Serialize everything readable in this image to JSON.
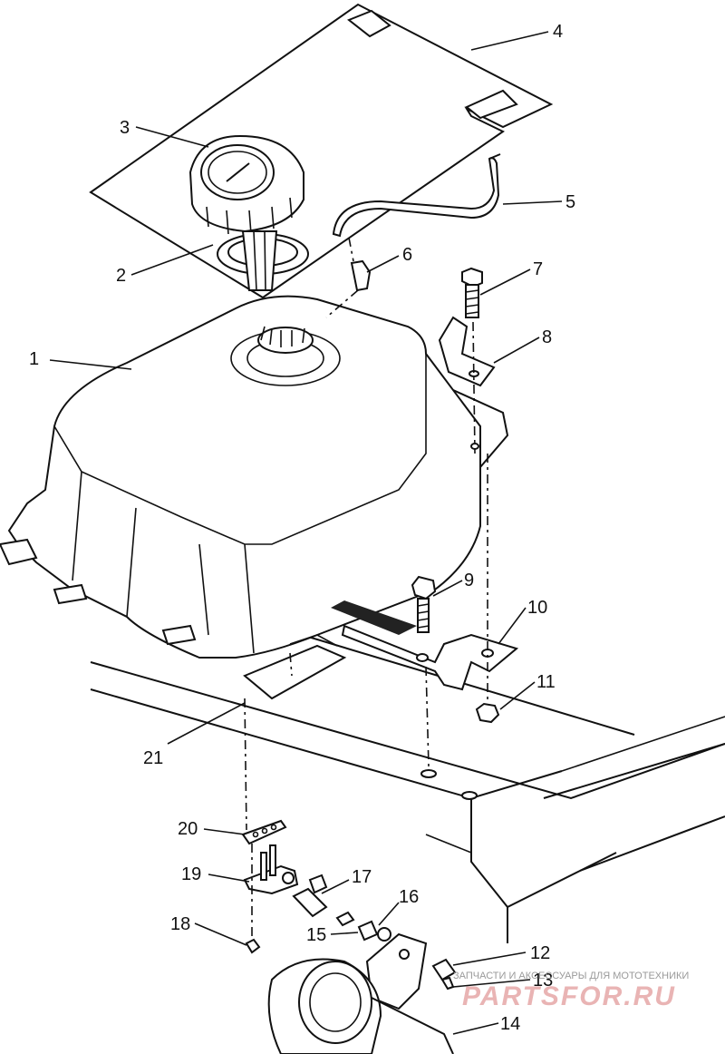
{
  "callouts": [
    {
      "id": "1",
      "label": "1"
    },
    {
      "id": "2",
      "label": "2"
    },
    {
      "id": "3",
      "label": "3"
    },
    {
      "id": "4",
      "label": "4"
    },
    {
      "id": "5",
      "label": "5"
    },
    {
      "id": "6",
      "label": "6"
    },
    {
      "id": "7",
      "label": "7"
    },
    {
      "id": "8",
      "label": "8"
    },
    {
      "id": "9",
      "label": "9"
    },
    {
      "id": "10",
      "label": "10"
    },
    {
      "id": "11",
      "label": "11"
    },
    {
      "id": "12",
      "label": "12"
    },
    {
      "id": "13",
      "label": "13"
    },
    {
      "id": "14",
      "label": "14"
    },
    {
      "id": "15",
      "label": "15"
    },
    {
      "id": "16",
      "label": "16"
    },
    {
      "id": "17",
      "label": "17"
    },
    {
      "id": "18",
      "label": "18"
    },
    {
      "id": "19",
      "label": "19"
    },
    {
      "id": "20",
      "label": "20"
    },
    {
      "id": "21",
      "label": "21"
    }
  ],
  "watermark": {
    "tagline": "ЗАПЧАСТИ И АКСЕССУАРЫ ДЛЯ МОТОТЕХНИКИ",
    "brand": "PARTSFOR.RU"
  }
}
